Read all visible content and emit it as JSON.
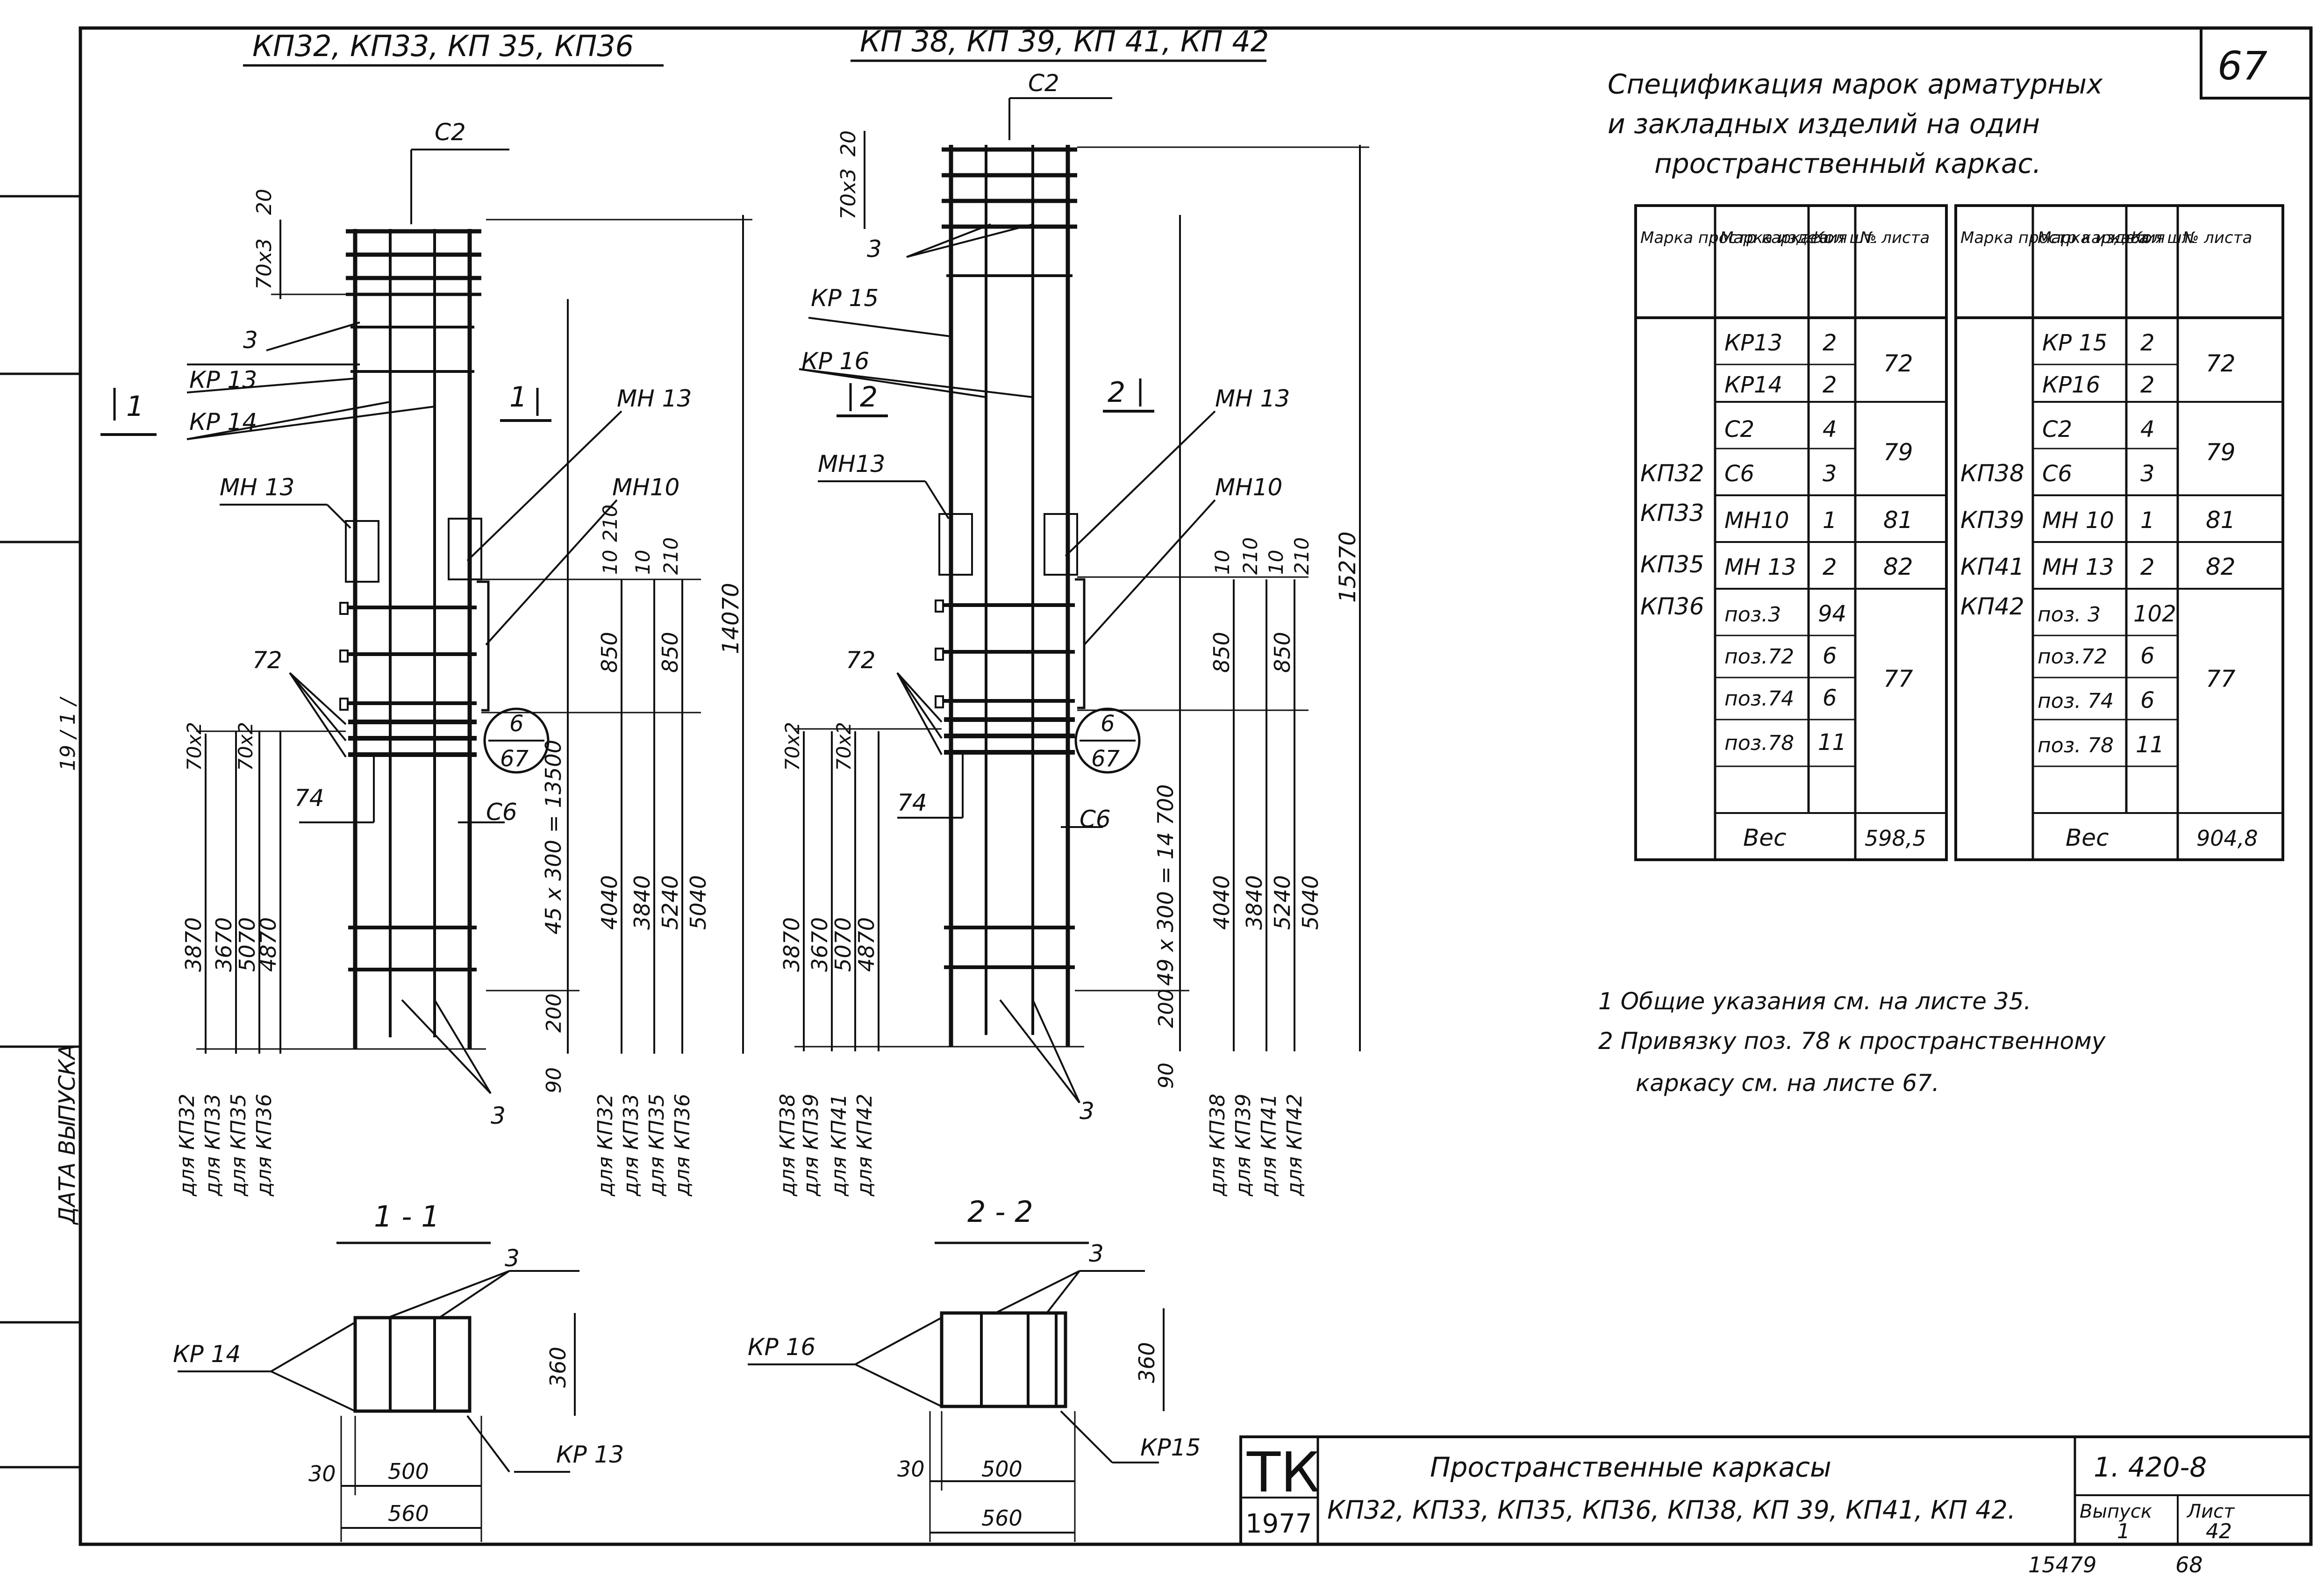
{
  "sheet": {
    "number_top": "67",
    "number_bottom_left": "15479",
    "number_bottom_right": "68",
    "side_labels": [
      "19 / 1 /",
      "ДАТА ВЫПУСКА"
    ]
  },
  "drawing_left": {
    "title": "КП32, КП33, КП 35, КП36",
    "labels": {
      "c2": "С2",
      "dim_top_1": "20",
      "dim_top_2": "70х3",
      "pos3_a": "3",
      "kr13": "КР 13",
      "kr14": "КР 14",
      "mn13_a": "МН 13",
      "mn13_b": "МН 13",
      "mn10": "МН10",
      "pos72": "72",
      "pos74": "74",
      "c6": "С6",
      "pos3_b": "3",
      "section_mark": "1",
      "section_mark_r": "1",
      "callout_top": "6",
      "callout_bottom": "67",
      "dim_70x2_a": "70х2",
      "dim_70x2_b": "70х2",
      "dims_left": [
        "3870",
        "3670",
        "5070",
        "4870"
      ],
      "dim_200": "200",
      "dim_90": "90",
      "dim_series": "45 х 300 = 13500",
      "dims_small": [
        "10",
        "210",
        "10",
        "210"
      ],
      "dim_850_a": "850",
      "dim_850_b": "850",
      "dims_right": [
        "4040",
        "3840",
        "5240",
        "5040"
      ],
      "dim_total": "14070",
      "for_left": [
        "для КП32",
        "для КП33",
        "для КП35",
        "для КП36"
      ],
      "for_right": [
        "для КП32",
        "для КП33",
        "для КП35",
        "для КП36"
      ]
    }
  },
  "drawing_right": {
    "title": "КП 38, КП 39, КП 41, КП 42",
    "labels": {
      "c2": "С2",
      "dim_top_1": "20",
      "dim_top_2": "70х3",
      "pos3_a": "3",
      "kr15": "КР 15",
      "kr16": "КР 16",
      "section_mark": "2",
      "section_mark_r": "2",
      "mn13_a": "МН13",
      "mn13_b": "МН 13",
      "mn10": "МН10",
      "pos72": "72",
      "pos74": "74",
      "c6": "С6",
      "pos3_b": "3",
      "callout_top": "6",
      "callout_bottom": "67",
      "dim_70x2_a": "70х2",
      "dim_70x2_b": "70х2",
      "dims_left": [
        "3870",
        "3670",
        "5070",
        "4870"
      ],
      "dim_200": "200",
      "dim_90": "90",
      "dim_series": "49 х 300 = 14 700",
      "dims_small": [
        "10",
        "210",
        "10",
        "210"
      ],
      "dim_850_a": "850",
      "dim_850_b": "850",
      "dims_right": [
        "4040",
        "3840",
        "5240",
        "5040"
      ],
      "dim_total": "15270",
      "for_left": [
        "для КП38",
        "для КП39",
        "для КП41",
        "для КП42"
      ],
      "for_right": [
        "для КП38",
        "для КП39",
        "для КП41",
        "для КП42"
      ]
    }
  },
  "section_1": {
    "title": "1 - 1",
    "pos3": "3",
    "kr14": "КР 14",
    "kr13": "КР 13",
    "dim_360": "360",
    "dim_30": "30",
    "dim_500": "500",
    "dim_560": "560"
  },
  "section_2": {
    "title": "2 - 2",
    "pos3": "3",
    "kr16": "КР 16",
    "kr15": "КР15",
    "dim_360": "360",
    "dim_30": "30",
    "dim_500": "500",
    "dim_560": "560"
  },
  "spec": {
    "title_lines": [
      "Спецификация марок арматурных",
      "и закладных изделий на один",
      "пространственный каркас."
    ],
    "headers": [
      "Марка простр каркаса",
      "Марка изделия",
      "Кол шт.",
      "№ листа"
    ],
    "left": {
      "marks": [
        "КП32",
        "КП33",
        "КП35",
        "КП36"
      ],
      "rows": [
        {
          "item": "КР13",
          "qty": "2"
        },
        {
          "item": "КР14",
          "qty": "2"
        },
        {
          "item": "С2",
          "qty": "4"
        },
        {
          "item": "С6",
          "qty": "3"
        },
        {
          "item": "МН10",
          "qty": "1"
        },
        {
          "item": "МН 13",
          "qty": "2"
        },
        {
          "item": "поз.3",
          "qty": "94"
        },
        {
          "item": "поз.72",
          "qty": "6"
        },
        {
          "item": "поз.74",
          "qty": "6"
        },
        {
          "item": "поз.78",
          "qty": "11"
        }
      ],
      "sheets": [
        "72",
        "79",
        "81",
        "82",
        "77"
      ],
      "weight_label": "Вес",
      "weight": "598,5"
    },
    "right": {
      "marks": [
        "КП38",
        "КП39",
        "КП41",
        "КП42"
      ],
      "rows": [
        {
          "item": "КР 15",
          "qty": "2"
        },
        {
          "item": "КР16",
          "qty": "2"
        },
        {
          "item": "С2",
          "qty": "4"
        },
        {
          "item": "С6",
          "qty": "3"
        },
        {
          "item": "МН 10",
          "qty": "1"
        },
        {
          "item": "МН 13",
          "qty": "2"
        },
        {
          "item": "поз. 3",
          "qty": "102"
        },
        {
          "item": "поз.72",
          "qty": "6"
        },
        {
          "item": "поз. 74",
          "qty": "6"
        },
        {
          "item": "поз. 78",
          "qty": "11"
        }
      ],
      "sheets": [
        "72",
        "79",
        "81",
        "82",
        "77"
      ],
      "weight_label": "Вес",
      "weight": "904,8"
    }
  },
  "notes": [
    "1 Общие указания см. на листе 35.",
    "2 Привязку поз. 78 к пространственному",
    "каркасу см. на листе 67."
  ],
  "title_block": {
    "org": "ТК",
    "year": "1977",
    "title": "Пространственные каркасы",
    "subtitle": "КП32, КП33, КП35, КП36, КП38, КП 39, КП41, КП 42.",
    "series": "1. 420-8",
    "issue_label": "Выпуск",
    "issue": "1",
    "sheet_label": "Лист",
    "sheet": "42"
  }
}
